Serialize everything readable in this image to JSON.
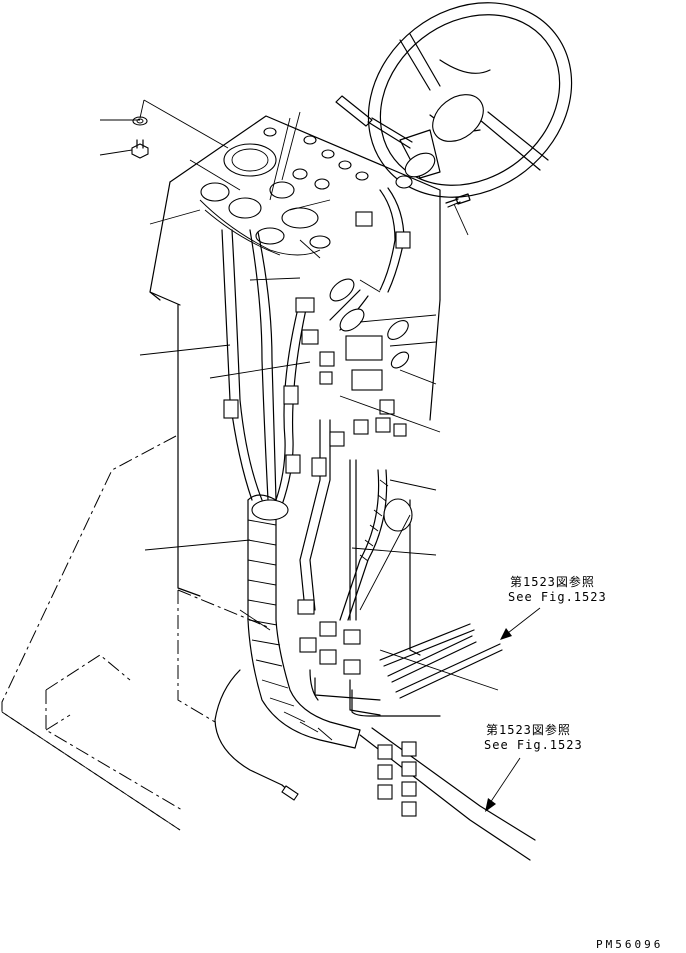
{
  "references": [
    {
      "jp": "第1523図参照",
      "en": "See Fig.1523"
    },
    {
      "jp": "第1523図参照",
      "en": "See Fig.1523"
    }
  ],
  "drawing_code": "PM56096"
}
